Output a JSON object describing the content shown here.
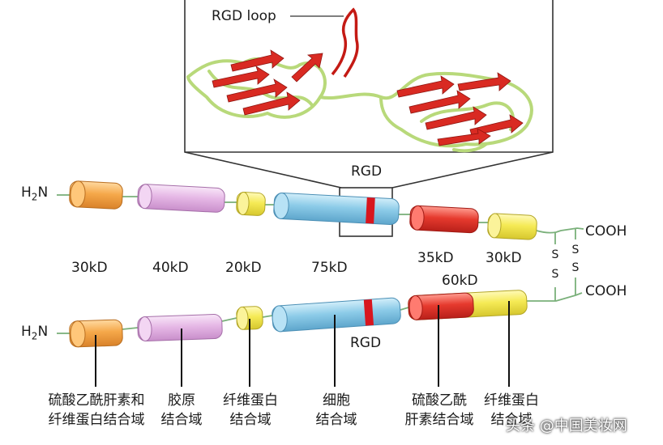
{
  "labels": {
    "rgd_loop": "RGD loop",
    "rgd_top": "RGD",
    "rgd_bottom": "RGD",
    "h2n_top": "H",
    "h2n_top_sub": "2",
    "h2n_top_n": "N",
    "h2n_bottom": "H",
    "h2n_bottom_sub": "2",
    "h2n_bottom_n": "N",
    "cooh_top": "COOH",
    "cooh_bottom": "COOH",
    "s": "S"
  },
  "sizes": {
    "s30a": "30kD",
    "s40": "40kD",
    "s20": "20kD",
    "s75": "75kD",
    "s35": "35kD",
    "s30b": "30kD",
    "s60": "60kD"
  },
  "domains": {
    "heparin_fibrin": [
      "硫酸乙酰肝素和",
      "纤维蛋白结合域"
    ],
    "collagen": [
      "胶原",
      "结合域"
    ],
    "fibrin1": [
      "纤维蛋白",
      "结合域"
    ],
    "cell": [
      "细胞",
      "结合域"
    ],
    "heparin": [
      "硫酸乙酰",
      "肝素结合域"
    ],
    "fibrin2": [
      "纤维蛋白",
      "结合域"
    ]
  },
  "watermark": "头条 @中国美妆网",
  "colors": {
    "orange": "#f5a84a",
    "pink": "#e6b8e6",
    "yellow": "#f5ea55",
    "blue": "#8ccbe8",
    "red": "#e63a2e",
    "rgd_band": "#d8161e",
    "linker": "#7ab07a"
  }
}
